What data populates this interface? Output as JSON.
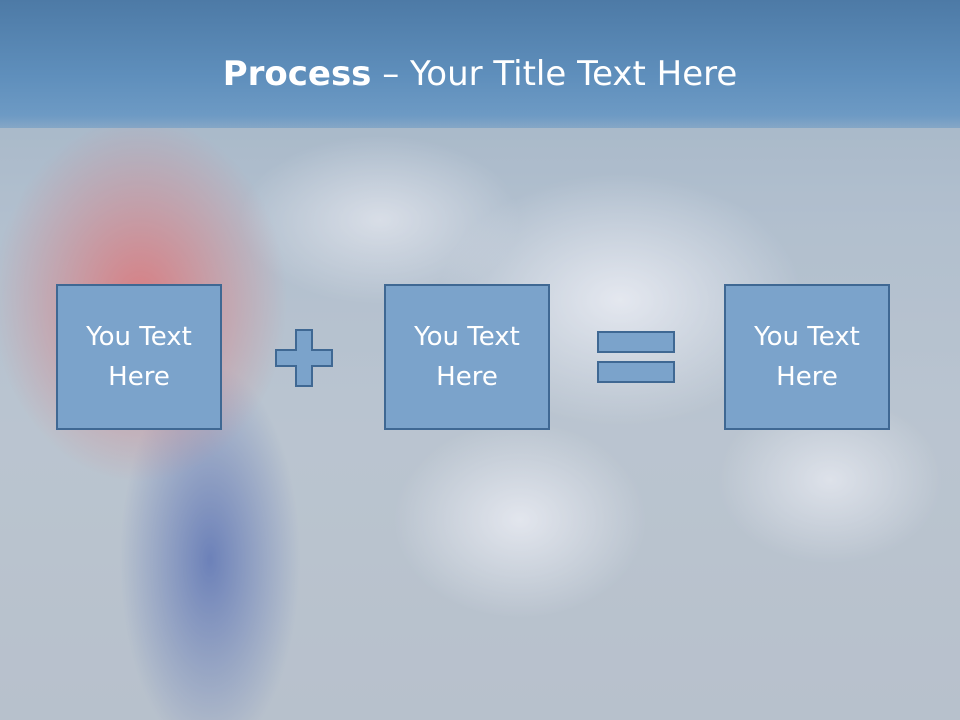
{
  "slide": {
    "title_bold": "Process",
    "title_rest": " – Your Title Text Here"
  },
  "process": {
    "boxes": [
      {
        "text": "You Text Here"
      },
      {
        "text": "You Text Here"
      },
      {
        "text": "You Text Here"
      }
    ],
    "operators": [
      "plus-icon",
      "equals-icon"
    ]
  },
  "colors": {
    "title_band": "#5f8fbc",
    "box_fill": "#7ba3cb",
    "box_border": "#3f6893",
    "text": "#ffffff"
  }
}
